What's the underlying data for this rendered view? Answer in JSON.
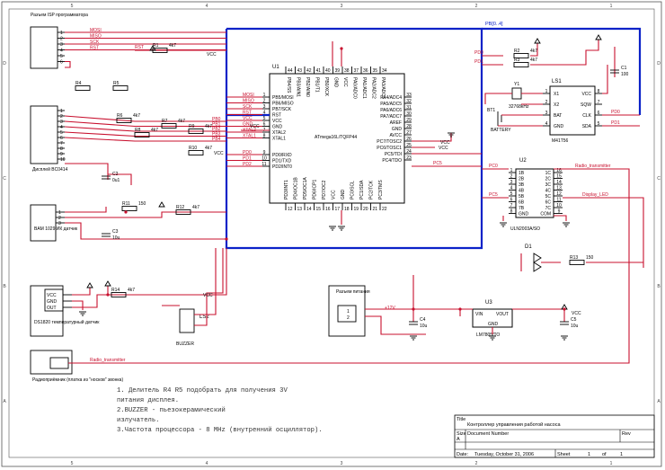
{
  "sheet": {
    "zones_top": [
      "5",
      "4",
      "3",
      "2",
      "1"
    ],
    "zones_side": [
      "D",
      "C",
      "B",
      "A"
    ]
  },
  "mcu": {
    "ref": "U1",
    "part": "ATmega16L/TQFP44",
    "left_pins": [
      "MOSI",
      "MISO",
      "SCK",
      "RST",
      "VCC",
      "GND",
      "XTAL2",
      "XTAL1",
      "PD0",
      "PD1",
      "PD2"
    ],
    "left_names": [
      "PB5/MOSI",
      "PB6/MISO",
      "PB7/SCK",
      "RST",
      "VCC",
      "GND",
      "XTAL2",
      "XTAL1",
      "PD0/RXD",
      "PD1/TXD",
      "PD2/INT0"
    ],
    "left_nums": [
      "1",
      "2",
      "3",
      "4",
      "5",
      "6",
      "7",
      "8",
      "9",
      "10",
      "11"
    ],
    "right_names": [
      "PA4/ADC4",
      "PA5/ADC5",
      "PA6/ADC6",
      "PA7/ADC7",
      "AREF",
      "GND",
      "AVCC",
      "PC7/TOSC2",
      "PC6/TOSC1",
      "PC5/TDI",
      "PC4/TDO"
    ],
    "right_nums": [
      "33",
      "32",
      "31",
      "30",
      "29",
      "28",
      "27",
      "26",
      "25",
      "24",
      "23"
    ],
    "top_names": [
      "PB4/SS",
      "PB3/AIN1",
      "PB2/AIN0",
      "PB1/T1",
      "PB0/XCK",
      "GND",
      "VCC",
      "PA0/ADC0",
      "PA1/ADC1",
      "PA2/ADC2",
      "PA3/ADC3"
    ],
    "top_nums": [
      "44",
      "43",
      "42",
      "41",
      "40",
      "39",
      "38",
      "37",
      "36",
      "35",
      "34"
    ],
    "bottom_names": [
      "PD3/INT1",
      "PD4/OC1B",
      "PD5/OC1A",
      "PD6/ICP1",
      "PD7/OC2",
      "VCC",
      "GND",
      "PC0/SCL",
      "PC1/SDA",
      "PC2/TCK",
      "PC3/TMS"
    ],
    "bottom_nums": [
      "12",
      "13",
      "14",
      "15",
      "16",
      "17",
      "18",
      "19",
      "20",
      "21",
      "22"
    ]
  },
  "isp": {
    "title": "Разъем ISP программатора",
    "signals": [
      "MOSI",
      "MISO",
      "SCK",
      "RST"
    ],
    "pins": [
      "1",
      "2",
      "3",
      "4",
      "5",
      "6"
    ]
  },
  "display": {
    "title": "Дисплей BC0414",
    "pins": [
      "1",
      "2",
      "3",
      "4",
      "5",
      "6",
      "7",
      "8",
      "9",
      "10"
    ],
    "signals": [
      "PB0",
      "PB1",
      "PB2",
      "PB3",
      "PB4"
    ]
  },
  "ir": {
    "title": "BAM 1029 ИК датчик",
    "pins": [
      "1",
      "2",
      "3"
    ]
  },
  "temp": {
    "title": "DS1820 температурный датчик",
    "pins": [
      "VCC",
      "GND",
      "OUT"
    ]
  },
  "radio_rx": {
    "title": "Радиоприёмник (платка из \"носков\" звонка)",
    "net": "Radio_transmitter"
  },
  "power_conn": {
    "title": "Разъем питания",
    "pins": [
      "1",
      "2"
    ],
    "net": "+12V"
  },
  "buzzer": {
    "ref": "LS2",
    "name": "BUZZER"
  },
  "rtc": {
    "ref": "LS1",
    "part": "M41T56",
    "left_pins": [
      "X1",
      "X2",
      "BAT",
      "GND"
    ],
    "right_pins": [
      "VCC",
      "SQW",
      "CLK",
      "SDA"
    ],
    "crystal_ref": "Y1",
    "crystal": "32768kHz",
    "battery_ref": "BT1",
    "battery": "BATTERY"
  },
  "driver": {
    "ref": "U2",
    "part": "ULN2003A/SO",
    "left_pins": [
      "1B",
      "2B",
      "3B",
      "4B",
      "5B",
      "6B",
      "7B",
      "GND"
    ],
    "right_pins": [
      "1C",
      "2C",
      "3C",
      "4C",
      "5C",
      "6C",
      "7C",
      "COM"
    ],
    "left_nums": [
      "1",
      "2",
      "3",
      "4",
      "5",
      "6",
      "7",
      "8"
    ],
    "right_nums": [
      "16",
      "15",
      "14",
      "13",
      "12",
      "11",
      "10",
      "9"
    ]
  },
  "regulator": {
    "ref": "U3",
    "part": "LM7805/TO",
    "pins": [
      "VIN",
      "GND",
      "VOUT"
    ]
  },
  "components": {
    "R1": "4k7",
    "R2": "4k7",
    "R3": "4k7",
    "R4": "",
    "R5": "",
    "R6": "4k7",
    "R7": "4k7",
    "R8": "4k7",
    "R9": "4k7",
    "R10": "4k7",
    "R11": "150",
    "R12": "4k7",
    "R13": "150",
    "R14": "4k7",
    "C1": "100",
    "C2": "0u1",
    "C3": "10u",
    "C4": "10u",
    "C5": "10u",
    "D1": ""
  },
  "nets": {
    "vcc": "VCC",
    "gnd": "GND",
    "rst": "RST",
    "pb_bus": "PB[0..4]",
    "pd0": "PD0",
    "pd1": "PD1",
    "pd2": "PD2",
    "pc0": "PC0",
    "pc5": "PC5",
    "radio": "Radio_transmitter",
    "display_led": "Display_LED"
  },
  "notes": [
    "1. Делитель R4 R5 подобрать для получения 3V",
    "питания дисплея.",
    "2.BUZZER - пьезокерамический",
    "излучатель.",
    "3.Частота процессора - 8 MHz (внутренний осциллятор)."
  ],
  "title_block": {
    "title_label": "Title",
    "title": "Контроллер управления работой насоса",
    "size_label": "Size",
    "size": "A",
    "docnum_label": "Document Number",
    "rev_label": "Rev",
    "date_label": "Date:",
    "date": "Tuesday, October 31, 2006",
    "sheet_label": "Sheet",
    "sheet_no": "1",
    "of_label": "of",
    "sheet_total": "1"
  }
}
